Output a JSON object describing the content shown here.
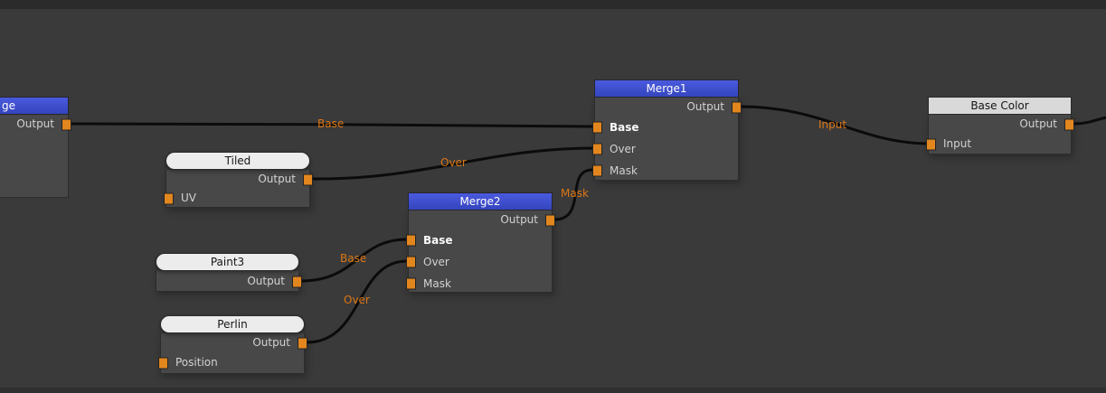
{
  "canvas": {
    "background": "#3a3a3a",
    "wire_color": "#0b0b0b",
    "wire_label_color": "#dd7613",
    "port_color": "#e2861e",
    "merge_title_color": "#3f50cc"
  },
  "nodes": {
    "merge_partial": {
      "title": "ge",
      "output_label": "Output"
    },
    "tiled": {
      "title": "Tiled",
      "output_label": "Output",
      "inputs": [
        {
          "label": "UV"
        }
      ]
    },
    "merge2": {
      "title": "Merge2",
      "output_label": "Output",
      "inputs": [
        {
          "label": "Base"
        },
        {
          "label": "Over"
        },
        {
          "label": "Mask"
        }
      ]
    },
    "paint3": {
      "title": "Paint3",
      "output_label": "Output"
    },
    "perlin": {
      "title": "Perlin",
      "output_label": "Output",
      "inputs": [
        {
          "label": "Position"
        }
      ]
    },
    "merge1": {
      "title": "Merge1",
      "output_label": "Output",
      "inputs": [
        {
          "label": "Base"
        },
        {
          "label": "Over"
        },
        {
          "label": "Mask"
        }
      ]
    },
    "base_color": {
      "title": "Base Color",
      "output_label": "Output",
      "inputs": [
        {
          "label": "Input"
        }
      ]
    }
  },
  "wire_labels": [
    {
      "text": "Base"
    },
    {
      "text": "Over"
    },
    {
      "text": "Mask"
    },
    {
      "text": "Base"
    },
    {
      "text": "Over"
    },
    {
      "text": "Input"
    }
  ]
}
